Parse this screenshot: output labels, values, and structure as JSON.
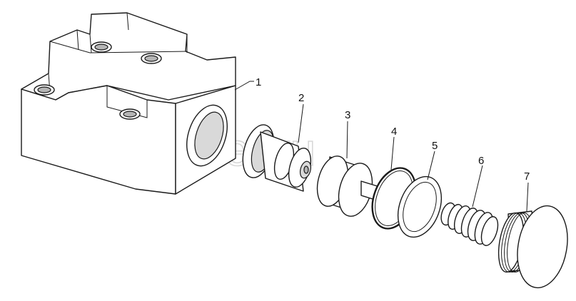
{
  "diagram": {
    "callouts": [
      {
        "id": "1",
        "label": "1"
      },
      {
        "id": "2",
        "label": "2"
      },
      {
        "id": "3",
        "label": "3"
      },
      {
        "id": "4",
        "label": "4"
      },
      {
        "id": "5",
        "label": "5"
      },
      {
        "id": "6",
        "label": "6"
      },
      {
        "id": "7",
        "label": "7"
      }
    ]
  },
  "watermark": {
    "text": "autopiter.ru"
  }
}
